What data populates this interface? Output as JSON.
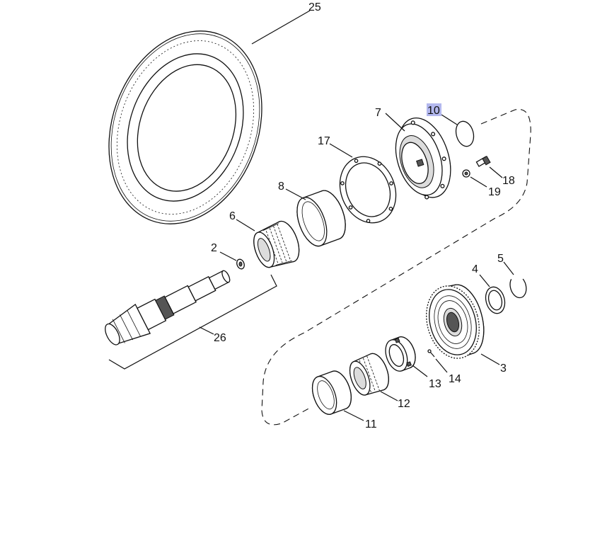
{
  "callouts": {
    "c25": "25",
    "c7": "7",
    "c10": "10",
    "c17": "17",
    "c8": "8",
    "c18": "18",
    "c19": "19",
    "c6": "6",
    "c2": "2",
    "c4": "4",
    "c5": "5",
    "c26": "26",
    "c3": "3",
    "c14": "14",
    "c13": "13",
    "c12": "12",
    "c11": "11"
  },
  "highlight": {
    "selected_callout": "10",
    "color": "#b3b8ee"
  },
  "icons": {
    "ring_gear": "ring-gear-icon",
    "pinion_shaft": "pinion-shaft-icon",
    "bearing": "bearing-icon",
    "gear": "spur-gear-icon"
  }
}
